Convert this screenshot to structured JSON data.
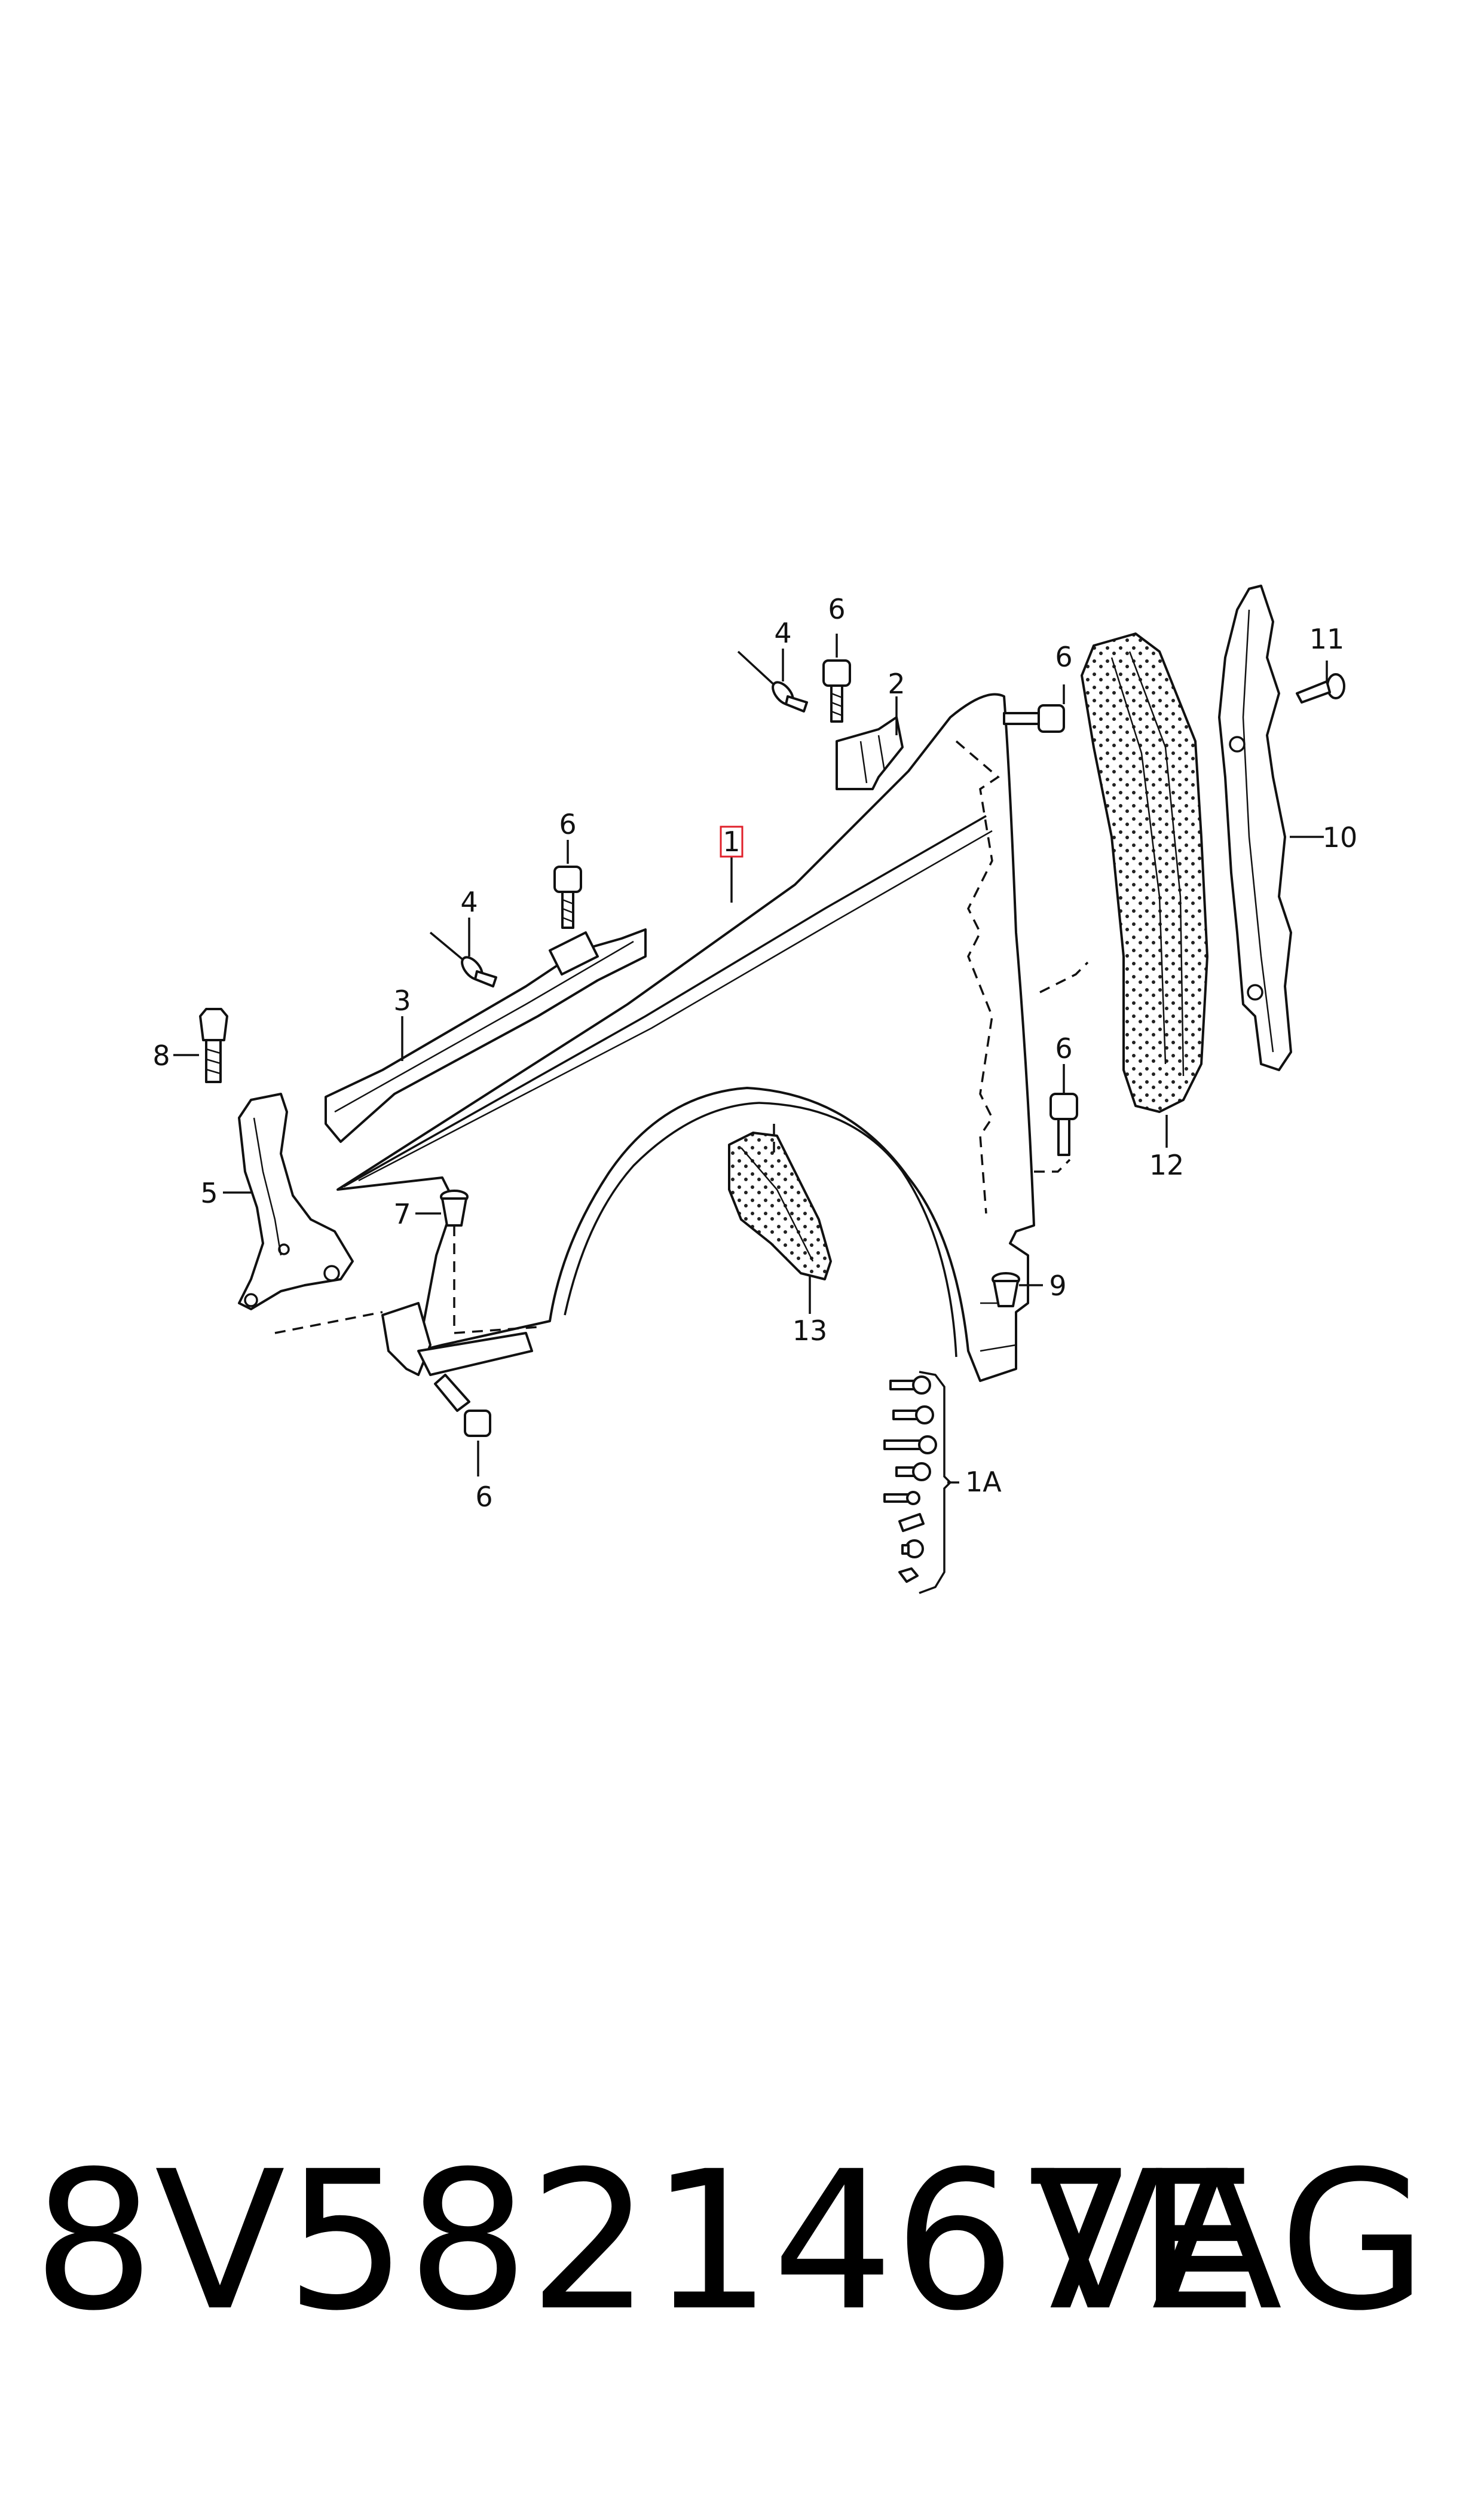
{
  "diagram": {
    "callouts": [
      "1",
      "1A",
      "2",
      "3",
      "4",
      "4",
      "5",
      "6",
      "6",
      "6",
      "6",
      "6",
      "7",
      "8",
      "9",
      "10",
      "11",
      "12",
      "13"
    ]
  },
  "footer": {
    "part_number": "8V5821467E",
    "brand": "VAG"
  }
}
